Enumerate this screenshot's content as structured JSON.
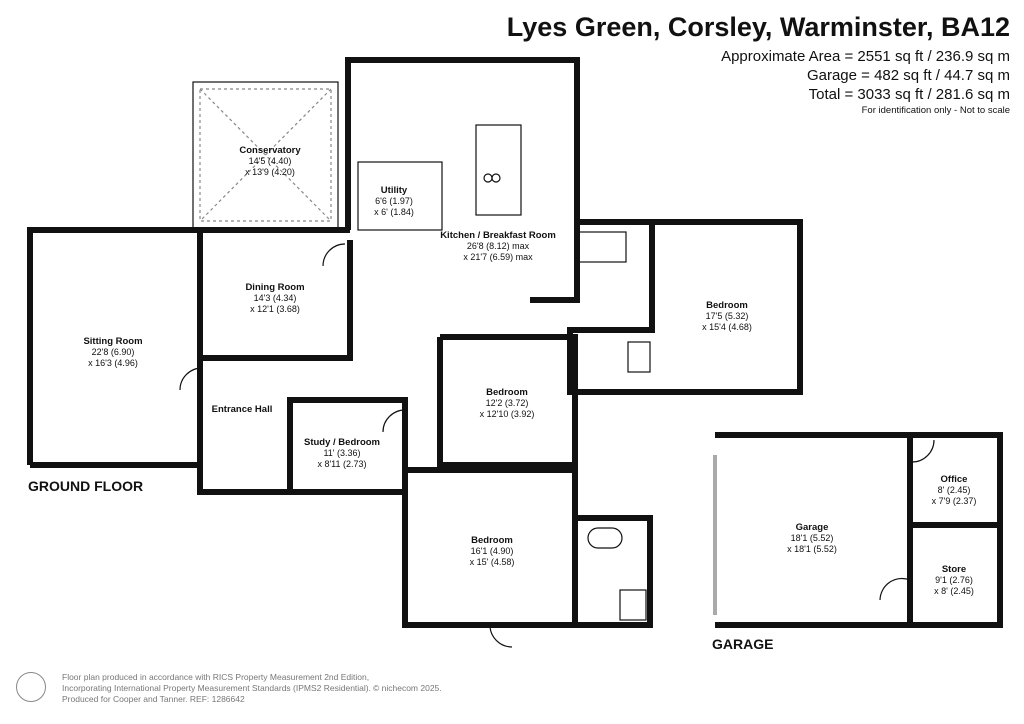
{
  "header": {
    "title": "Lyes Green, Corsley, Warminster, BA12",
    "area": "Approximate Area = 2551 sq ft / 236.9 sq m",
    "garage": "Garage = 482 sq ft / 44.7 sq m",
    "total": "Total = 3033 sq ft / 281.6 sq m",
    "note": "For identification only - Not to scale"
  },
  "rooms": {
    "conservatory": {
      "name": "Conservatory",
      "d1": "14'5 (4.40)",
      "d2": "x 13'9 (4.20)"
    },
    "utility": {
      "name": "Utility",
      "d1": "6'6 (1.97)",
      "d2": "x 6' (1.84)"
    },
    "kitchen": {
      "name": "Kitchen / Breakfast Room",
      "d1": "26'8 (8.12) max",
      "d2": "x 21'7 (6.59) max"
    },
    "dining": {
      "name": "Dining Room",
      "d1": "14'3 (4.34)",
      "d2": "x 12'1 (3.68)"
    },
    "sitting": {
      "name": "Sitting Room",
      "d1": "22'8 (6.90)",
      "d2": "x 16'3 (4.96)"
    },
    "bedroom1": {
      "name": "Bedroom",
      "d1": "17'5 (5.32)",
      "d2": "x 15'4 (4.68)"
    },
    "bedroom2": {
      "name": "Bedroom",
      "d1": "12'2 (3.72)",
      "d2": "x 12'10 (3.92)"
    },
    "entrance": {
      "name": "Entrance Hall"
    },
    "study": {
      "name": "Study / Bedroom",
      "d1": "11' (3.36)",
      "d2": "x 8'11 (2.73)"
    },
    "bedroom3": {
      "name": "Bedroom",
      "d1": "16'1 (4.90)",
      "d2": "x 15' (4.58)"
    },
    "garage": {
      "name": "Garage",
      "d1": "18'1 (5.52)",
      "d2": "x 18'1 (5.52)"
    },
    "office": {
      "name": "Office",
      "d1": "8' (2.45)",
      "d2": "x 7'9 (2.37)"
    },
    "store": {
      "name": "Store",
      "d1": "9'1 (2.76)",
      "d2": "x 8' (2.45)"
    }
  },
  "floors": {
    "ground": "GROUND FLOOR",
    "garage": "GARAGE"
  },
  "footer": {
    "line1": "Floor plan produced in accordance with RICS Property Measurement 2nd Edition,",
    "line2": "Incorporating International Property Measurement Standards (IPMS2 Residential).",
    "line3": "Produced for Cooper and Tanner.   REF: 1286642",
    "copyright": "© nichecom 2025."
  }
}
